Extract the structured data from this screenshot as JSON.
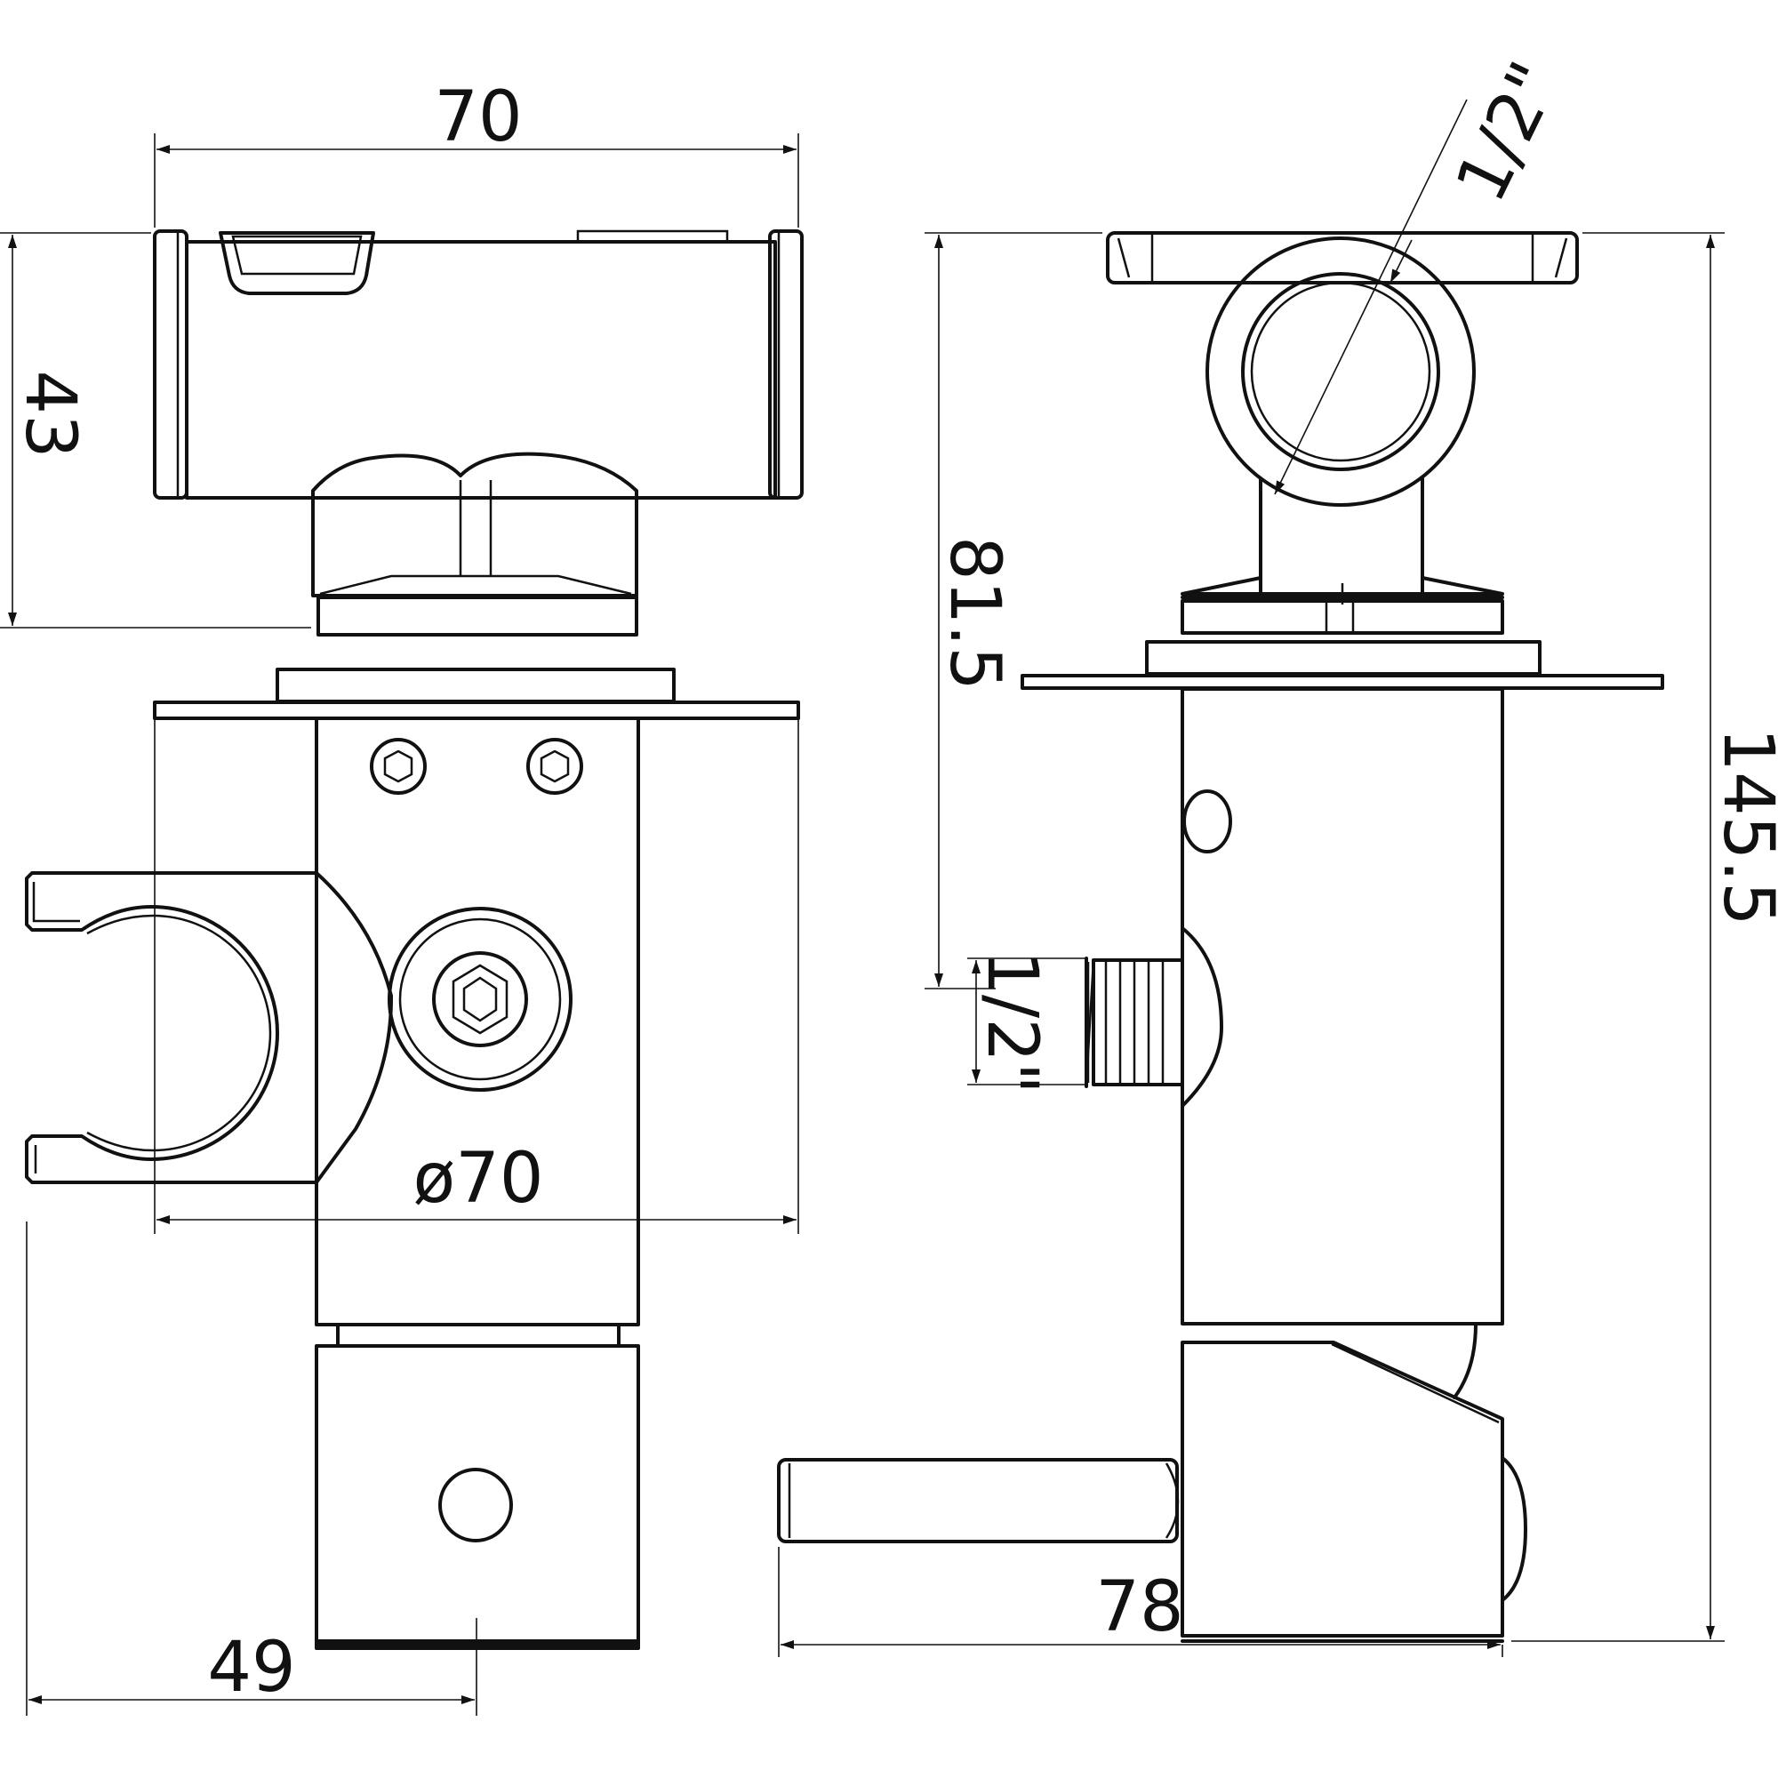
{
  "dimensions": {
    "front_width": "70",
    "front_height": "43",
    "diameter": "ø70",
    "holder_depth": "49",
    "side_mid_height": "81.5",
    "side_total_height": "145.5",
    "side_depth": "78",
    "thread_top": "1/2\"",
    "thread_side": "1/2\""
  },
  "colors": {
    "line": "#111111",
    "background": "#ffffff"
  }
}
